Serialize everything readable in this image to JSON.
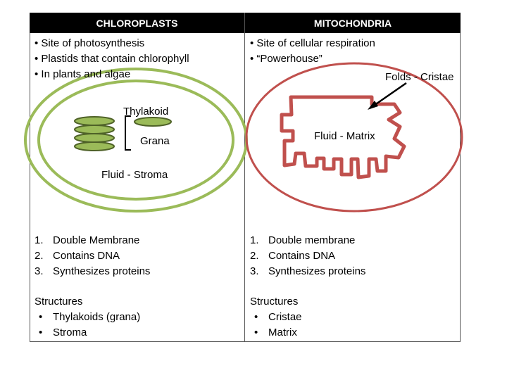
{
  "chloroplasts": {
    "header": "CHLOROPLASTS",
    "bullets": [
      "• Site of photosynthesis",
      "• Plastids that contain chlorophyll",
      "• In plants and algae"
    ],
    "labels": {
      "thylakoid": "Thylakoid",
      "grana": "Grana",
      "stroma": "Fluid - Stroma"
    },
    "features": [
      {
        "num": "1.",
        "text": "Double Membrane"
      },
      {
        "num": "2.",
        "text": "Contains DNA"
      },
      {
        "num": "3.",
        "text": "Synthesizes proteins"
      }
    ],
    "structures_title": "Structures",
    "structures": [
      {
        "bullet": "•",
        "text": "Thylakoids (grana)"
      },
      {
        "bullet": "•",
        "text": "Stroma"
      }
    ]
  },
  "mitochondria": {
    "header": "MITOCHONDRIA",
    "bullets": [
      "• Site of cellular respiration",
      "• “Powerhouse”"
    ],
    "labels": {
      "cristae": "Folds - Cristae",
      "matrix": "Fluid - Matrix"
    },
    "features": [
      {
        "num": "1.",
        "text": "Double membrane"
      },
      {
        "num": "2.",
        "text": "Contains DNA"
      },
      {
        "num": "3.",
        "text": "Synthesizes proteins"
      }
    ],
    "structures_title": "Structures",
    "structures": [
      {
        "bullet": "•",
        "text": "Cristae"
      },
      {
        "bullet": "•",
        "text": "Matrix"
      }
    ]
  },
  "colors": {
    "chloroplast_membrane": "#9bbb59",
    "thylakoid_fill": "#9bbb59",
    "thylakoid_stroke": "#4f6228",
    "mitochondria_membrane": "#c0504d",
    "header_bg": "#000000"
  }
}
